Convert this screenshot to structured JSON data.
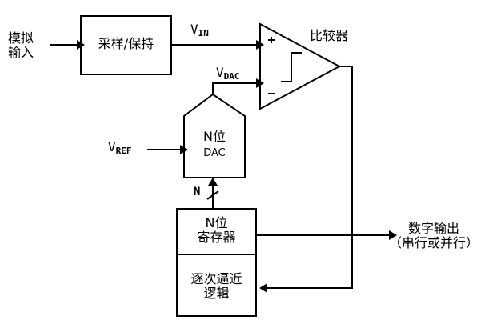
{
  "labels": {
    "analog_input": [
      "模拟",
      "输入"
    ],
    "sample_hold": "采样/保持",
    "vin": {
      "main": "V",
      "sub": "IN"
    },
    "comparator": "比较器",
    "vdac": {
      "main": "V",
      "sub": "DAC"
    },
    "dac": [
      "N位",
      "DAC"
    ],
    "vref": {
      "main": "V",
      "sub": "REF"
    },
    "n_bits": "N",
    "register": [
      "N位",
      "寄存器"
    ],
    "sar_logic": [
      "逐次逼近",
      "逻辑"
    ],
    "digital_output": [
      "数字输出",
      "（串行或并行）"
    ]
  },
  "colors": {
    "line": "#000000",
    "background": "#ffffff"
  }
}
